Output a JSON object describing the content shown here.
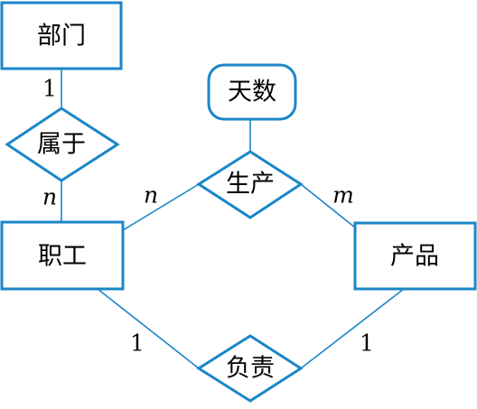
{
  "diagram": {
    "colors": {
      "stroke": "#1a86c8",
      "fill": "#ffffff",
      "text": "#000000"
    },
    "entities": {
      "dept": "部门",
      "employee": "职工",
      "product": "产品"
    },
    "relationships": {
      "belongs": "属于",
      "produce": "生产",
      "responsible": "负责"
    },
    "attributes": {
      "days": "天数"
    },
    "cardinalities": {
      "dept_belongs": "1",
      "employee_belongs": "n",
      "employee_produce": "n",
      "product_produce": "m",
      "employee_responsible": "1",
      "product_responsible": "1"
    }
  }
}
